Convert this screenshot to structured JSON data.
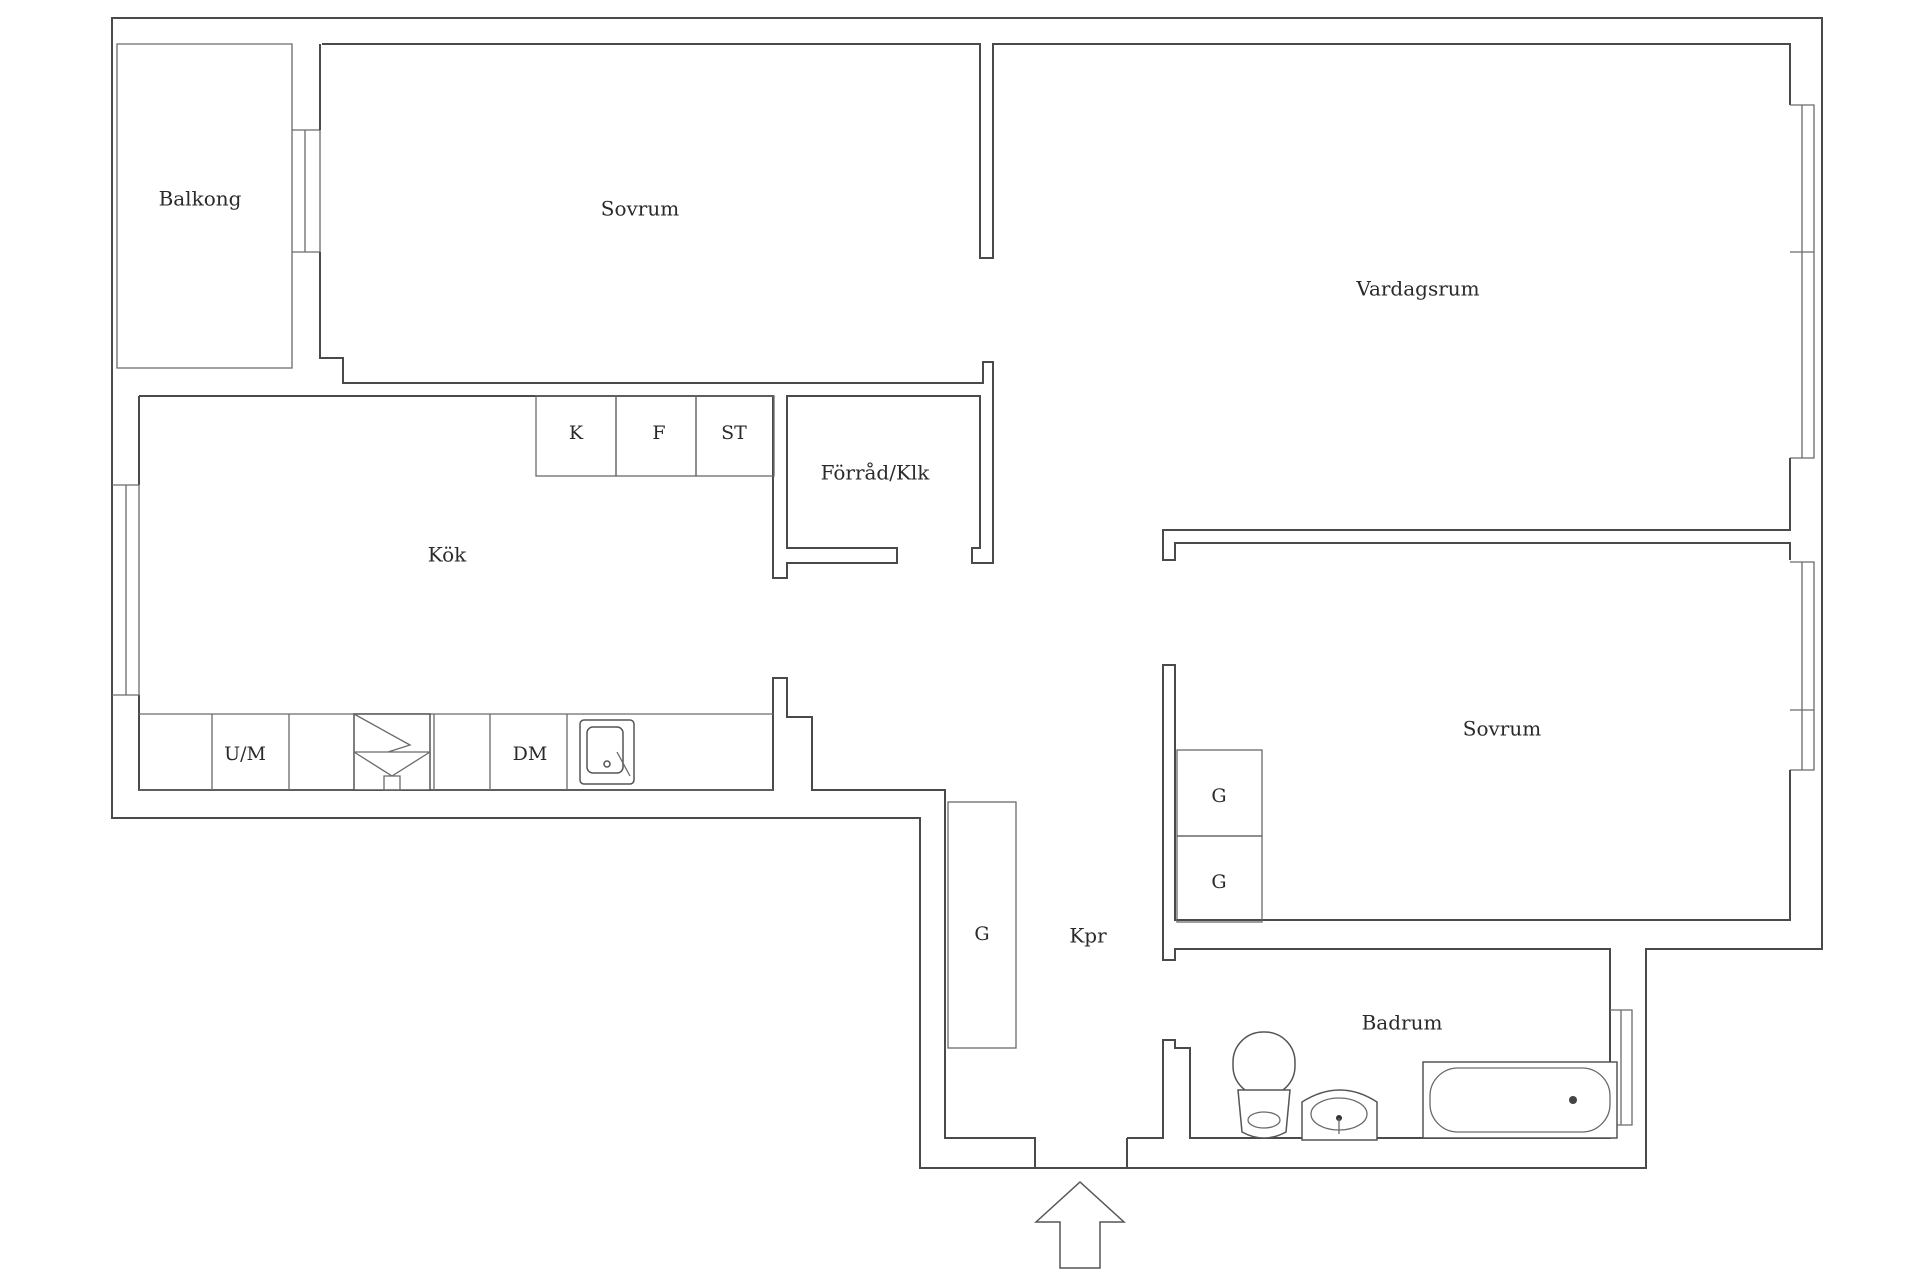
{
  "floorplan": {
    "rooms": {
      "balkong": "Balkong",
      "sovrum_1": "Sovrum",
      "vardagsrum": "Vardagsrum",
      "kok": "Kök",
      "forrad": "Förråd/Klk",
      "sovrum_2": "Sovrum",
      "kpr": "Kpr",
      "badrum": "Badrum"
    },
    "fixtures": {
      "k": "K",
      "f": "F",
      "st": "ST",
      "um": "U/M",
      "dm": "DM",
      "g_hall": "G",
      "g_bed_1": "G",
      "g_bed_2": "G"
    },
    "icons": {
      "entrance": "entrance-arrow-icon",
      "sink": "kitchen-sink-icon",
      "hob": "stove-hood-icon",
      "toilet": "toilet-icon",
      "washbasin": "washbasin-icon",
      "bathtub": "bathtub-icon"
    },
    "colors": {
      "wall": "#4a4a4a",
      "background": "#ffffff"
    }
  }
}
